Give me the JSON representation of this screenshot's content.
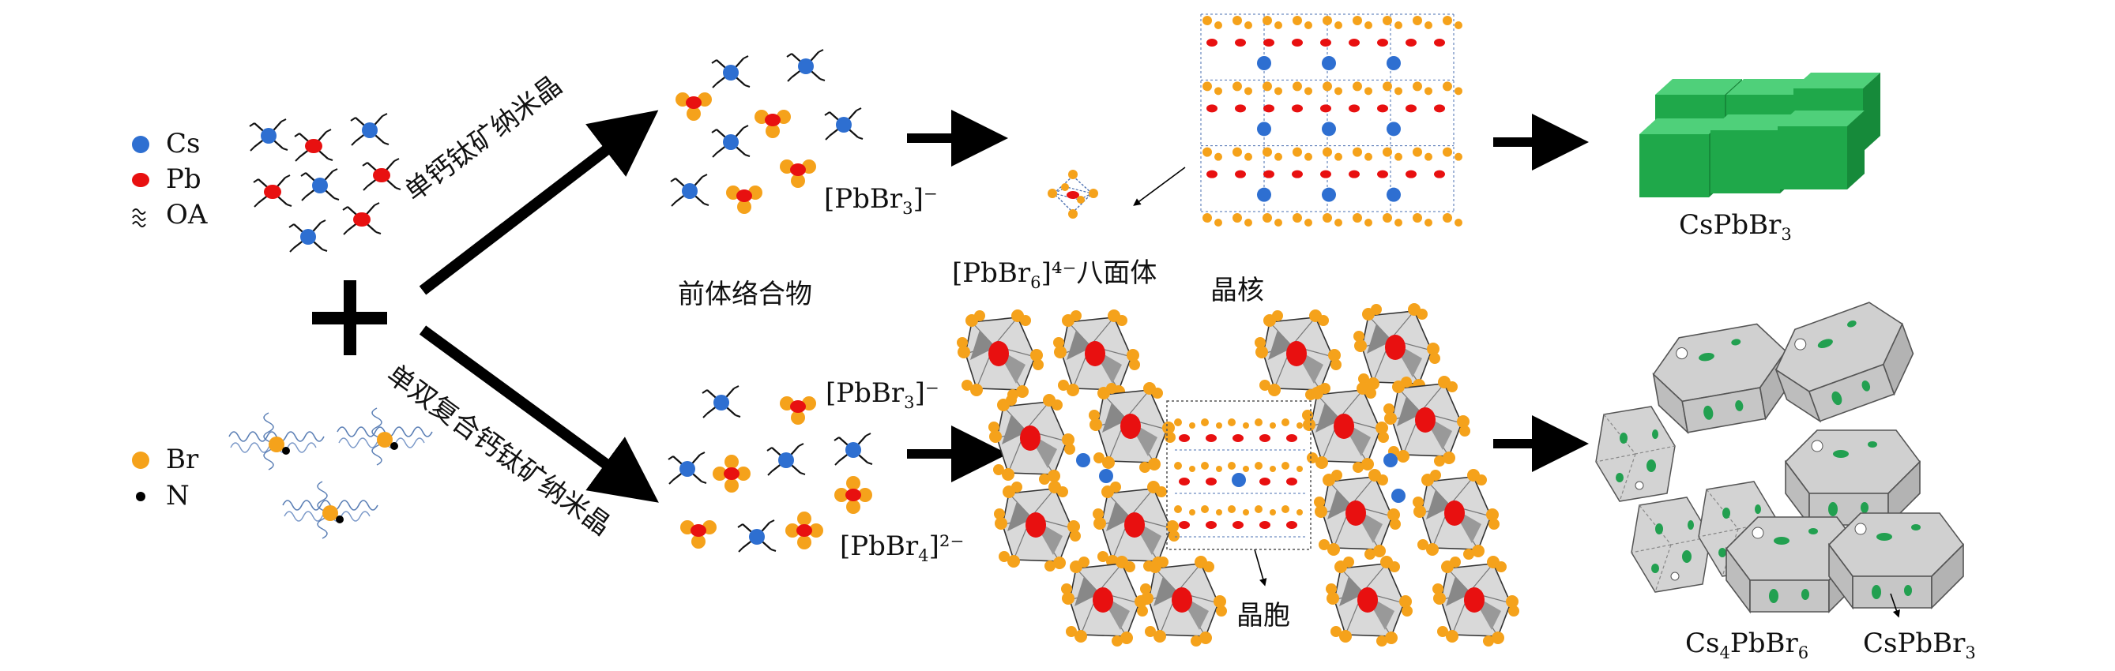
{
  "legend": {
    "cs": "Cs",
    "pb": "Pb",
    "oa": "OA",
    "br": "Br",
    "n": "N"
  },
  "labels": {
    "upper_route": "单钙钛矿纳米晶",
    "lower_route": "单双复合钙钛矿纳米晶",
    "precursor": "前体络合物",
    "pbbr3_upper": "[PbBr",
    "pbbr3_upper_sub": "3",
    "pbbr3_upper_sup": "]⁻",
    "pbbr6": "[PbBr",
    "pbbr6_sub": "6",
    "pbbr6_sup": "]⁴⁻",
    "octahedron": "八面体",
    "nucleus": "晶核",
    "cspbbr3_upper": "CsPbBr",
    "cspbbr3_upper_sub": "3",
    "pbbr3_lower": "[PbBr",
    "pbbr3_lower_sub": "3",
    "pbbr3_lower_sup": "]⁻",
    "pbbr4": "[PbBr",
    "pbbr4_sub": "4",
    "pbbr4_sup": "]²⁻",
    "unit_cell": "晶胞",
    "cs4pbbr6": "Cs",
    "cs4pbbr6_sub1": "4",
    "cs4pbbr6_mid": "PbBr",
    "cs4pbbr6_sub2": "6",
    "cspbbr3_lower": "CsPbBr",
    "cspbbr3_lower_sub": "3"
  },
  "colors": {
    "cs": "#2e6fd1",
    "pb": "#e81010",
    "br": "#f5a21b",
    "n": "#000000",
    "green_cube": "#22b14c",
    "grey_crystal": "#c8c8c8",
    "arrow": "#000000"
  }
}
